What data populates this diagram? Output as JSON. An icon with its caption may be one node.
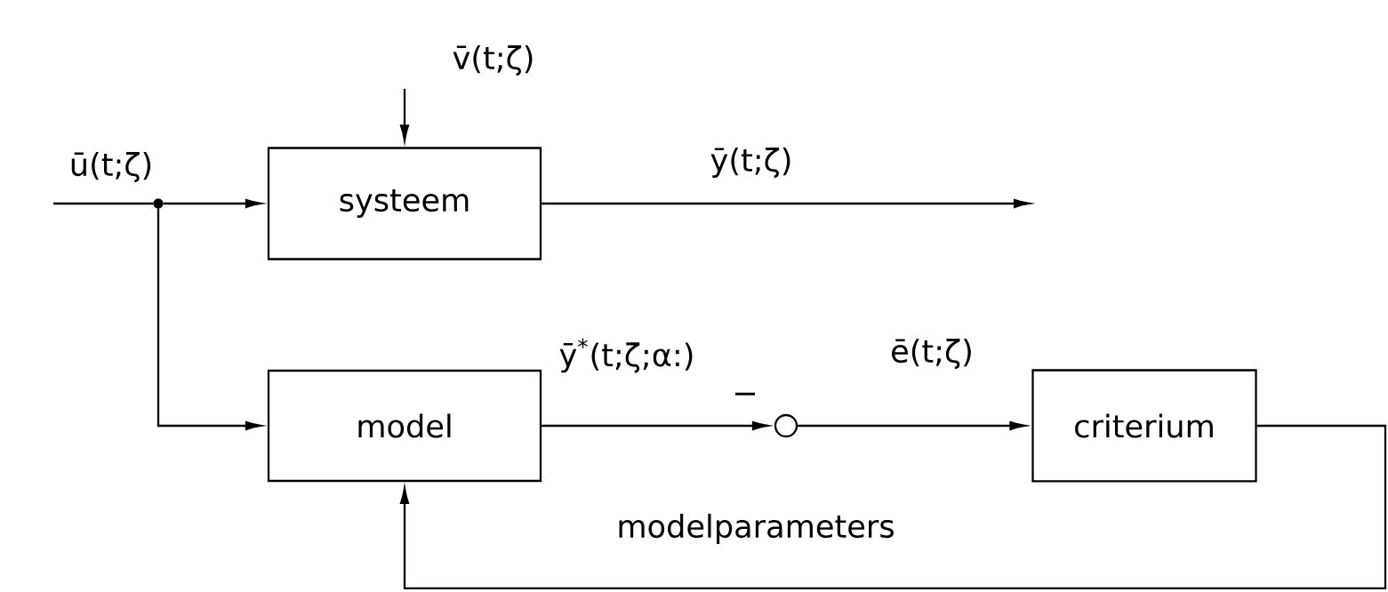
{
  "diagram": {
    "nodes": [
      {
        "text": [
          "systeem"
        ]
      },
      {
        "text": [
          "model"
        ]
      },
      {
        "text": [
          "criterium"
        ]
      },
      {
        "text": [],
        "shape": "circle"
      },
      {
        "text": [],
        "shape": "dot"
      }
    ],
    "edges": [
      {
        "from": null,
        "to": 4,
        "arrow": "none",
        "label": "ū(t;ζ)"
      },
      {
        "from": 4,
        "to": 0,
        "arrow": "to"
      },
      {
        "from": 4,
        "to": 1,
        "arrow": "to"
      },
      {
        "from": null,
        "to": 0,
        "arrow": "to",
        "label": "v̄(t;ζ)"
      },
      {
        "from": 0,
        "to": null,
        "arrow": "to",
        "label": "ȳ(t;ζ)"
      },
      {
        "from": 1,
        "to": 3,
        "arrow": "to",
        "label": "ȳ$^{*}$(t;ζ;α:)"
      },
      {
        "from": 3,
        "to": 2,
        "arrow": "to",
        "label": "ē(t;ζ)"
      },
      {
        "from": 2,
        "to": 1,
        "arrow": "to",
        "label": "modelparameters"
      }
    ],
    "labels": [
      "−"
    ]
  }
}
